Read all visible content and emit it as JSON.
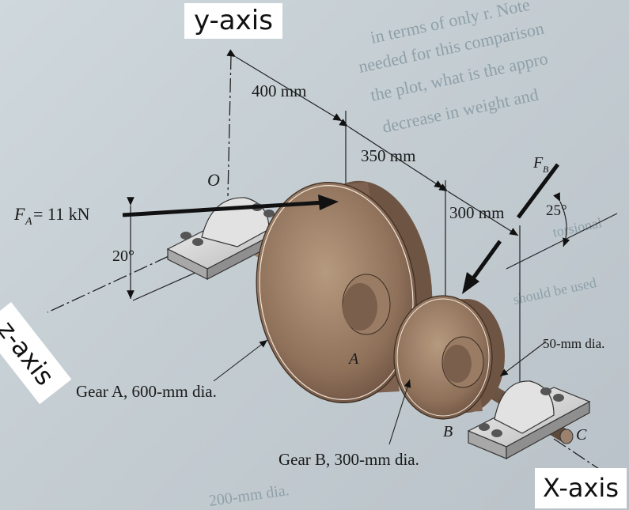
{
  "axes": {
    "y": "y-axis",
    "z": "z-axis",
    "x": "X-axis"
  },
  "dimensions": {
    "d1": "400 mm",
    "d2": "350 mm",
    "d3": "300 mm",
    "d4": "50-mm dia."
  },
  "forces": {
    "fa": "F",
    "fa_sub": "A",
    "fa_value": " = 11 kN",
    "fa_angle": "20°",
    "fb": "F",
    "fb_sub": "B",
    "fb_angle": "25°"
  },
  "points": {
    "o": "O",
    "a": "A",
    "b": "B",
    "c": "C"
  },
  "labels": {
    "gear_a": "Gear A, 600-mm dia.",
    "gear_b": "Gear B, 300-mm dia."
  },
  "background_text": [
    "in terms of only r. Note",
    "needed for this comparison",
    "the plot, what is the appro",
    "decrease in weight and",
    "torsional",
    "should be used",
    "200-mm dia."
  ],
  "colors": {
    "gear": "#8a6a52",
    "gear_light": "#b39478",
    "bearing": "#d9d9d9",
    "shaft": "#7a6250"
  }
}
